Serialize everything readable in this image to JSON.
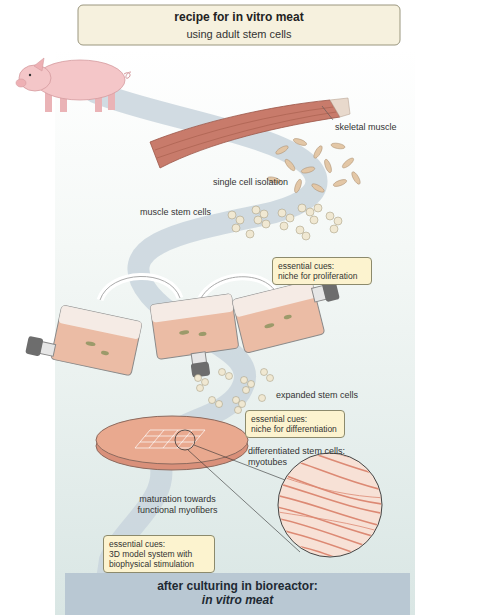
{
  "diagram": {
    "title": "recipe for in vitro meat",
    "nodes": [
      {
        "text": [
          "essential cues:",
          "niche for proliferation"
        ]
      },
      {
        "text": [
          "essential cues:",
          "niche for differentiation"
        ]
      },
      {
        "text": [
          "essential cues:",
          "3D model system with biophysical stimulation"
        ]
      },
      {
        "text": [
          "after culturing in bioreactor:",
          "in vitro meat"
        ]
      }
    ],
    "labels": [
      "using adult stem cells",
      "skeletal muscle",
      "single cell isolation",
      "muscle stem cells",
      "expanded stem cells",
      "differentiated stem cells: myotubes",
      "maturation towards functional myofibers"
    ]
  }
}
